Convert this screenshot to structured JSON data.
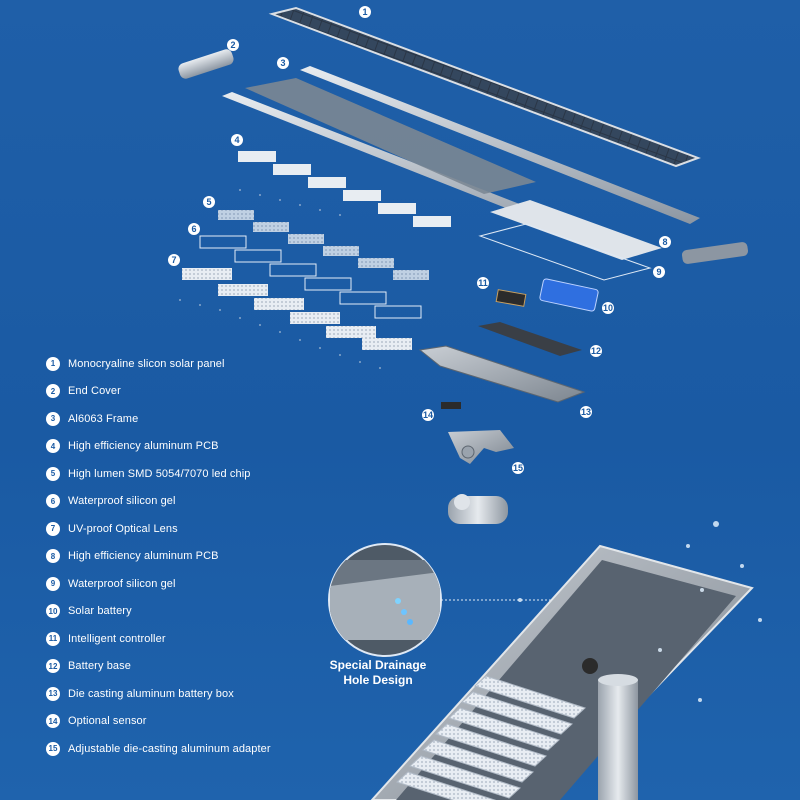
{
  "legend": [
    {
      "num": "1",
      "label": "Monocryaline slicon solar panel"
    },
    {
      "num": "2",
      "label": "End Cover"
    },
    {
      "num": "3",
      "label": "Al6063 Frame"
    },
    {
      "num": "4",
      "label": "High efficiency aluminum PCB"
    },
    {
      "num": "5",
      "label": "High lumen SMD 5054/7070 led chip"
    },
    {
      "num": "6",
      "label": "Waterproof silicon gel"
    },
    {
      "num": "7",
      "label": "UV-proof Optical Lens"
    },
    {
      "num": "8",
      "label": "High efficiency aluminum PCB"
    },
    {
      "num": "9",
      "label": "Waterproof silicon gel"
    },
    {
      "num": "10",
      "label": "Solar battery"
    },
    {
      "num": "11",
      "label": "Intelligent controller"
    },
    {
      "num": "12",
      "label": "Battery base"
    },
    {
      "num": "13",
      "label": "Die casting aluminum battery box"
    },
    {
      "num": "14",
      "label": "Optional sensor"
    },
    {
      "num": "15",
      "label": "Adjustable die-casting aluminum adapter"
    }
  ],
  "callout": {
    "line1": "Special Drainage",
    "line2": "Hole Design"
  }
}
